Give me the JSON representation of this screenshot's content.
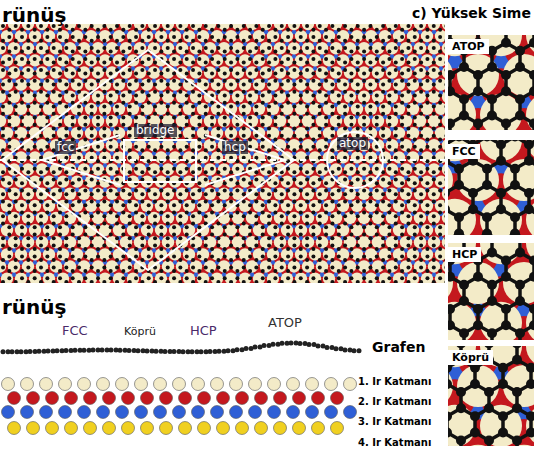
{
  "diagram": {
    "nodes": [
      {
        "text": [
          "ATOP"
        ]
      },
      {
        "text": [
          "FCC"
        ]
      },
      {
        "text": [
          "HCP"
        ]
      },
      {
        "text": [
          "Köprü"
        ]
      }
    ],
    "labels": [
      "rünüş",
      "c) Yüksek Sime",
      "fcc",
      "bridge",
      "hcp",
      "atop",
      "rünüş",
      "FCC",
      "Köprü",
      "HCP",
      "ATOP",
      "Grafen",
      "1. Ir Katmanı",
      "2. Ir Katmanı",
      "3. Ir Katmanı",
      "4. Ir Katmanı"
    ]
  }
}
